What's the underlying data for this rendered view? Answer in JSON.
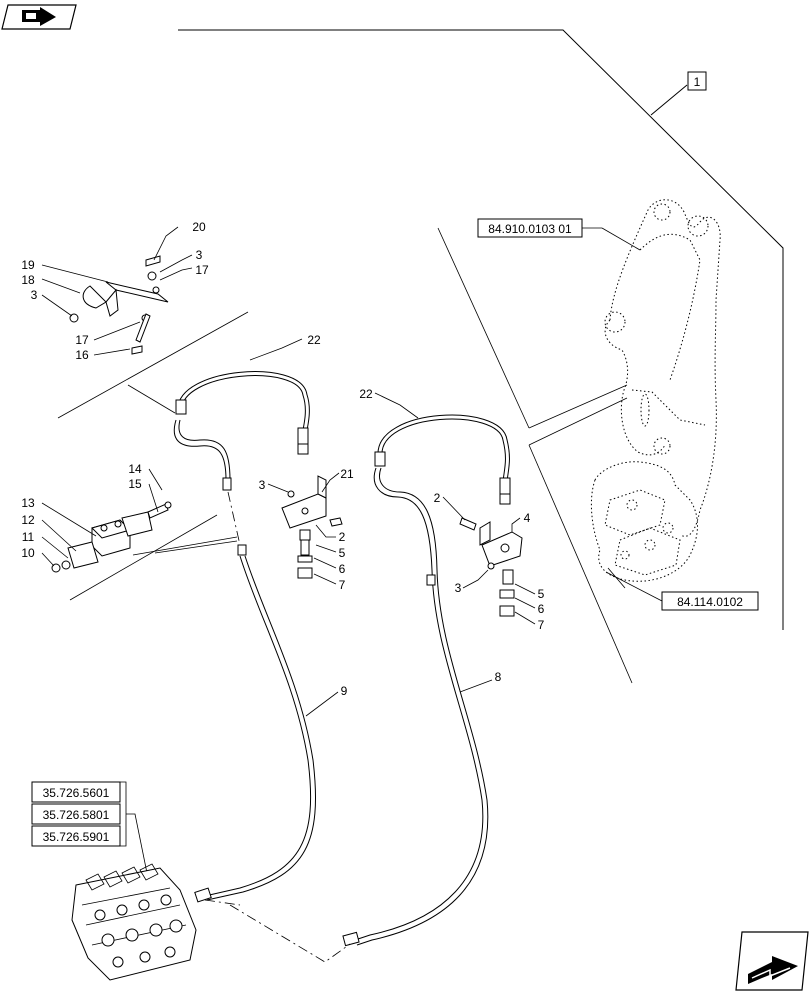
{
  "nav": {
    "top_left_icon": "back-arrow-icon",
    "bottom_right_icon": "next-arrow-icon"
  },
  "references": {
    "assembly": "1",
    "boom": "84.910.0103 01",
    "attachment": "84.114.0102",
    "valve_1": "35.726.5601",
    "valve_2": "35.726.5801",
    "valve_3": "35.726.5901"
  },
  "callouts": {
    "c1": "1",
    "c2a": "2",
    "c2b": "2",
    "c3a": "3",
    "c3b": "3",
    "c3c": "3",
    "c3d": "3",
    "c4": "4",
    "c5a": "5",
    "c5b": "5",
    "c6a": "6",
    "c6b": "6",
    "c7a": "7",
    "c7b": "7",
    "c8": "8",
    "c9": "9",
    "c10": "10",
    "c11": "11",
    "c12": "12",
    "c13": "13",
    "c14": "14",
    "c15": "15",
    "c16": "16",
    "c17a": "17",
    "c17b": "17",
    "c18": "18",
    "c19": "19",
    "c20": "20",
    "c21": "21",
    "c22a": "22",
    "c22b": "22"
  }
}
